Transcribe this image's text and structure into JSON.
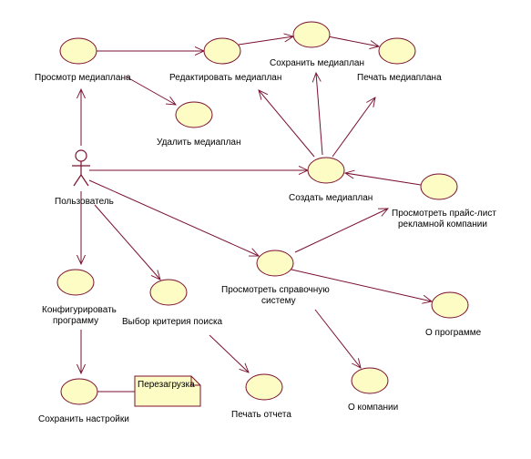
{
  "actor": {
    "name": "Пользователь"
  },
  "use_cases": {
    "view_plan": "Просмотр медиаплана",
    "edit_plan": "Редактировать медиаплан",
    "save_plan": "Сохранить медиаплан",
    "print_plan": "Печать медиаплана",
    "delete_plan": "Удалить медиаплан",
    "create_plan": "Создать медиаплан",
    "view_price": [
      "Просмотреть прайс-лист",
      "рекламной компании"
    ],
    "help_system": [
      "Просмотреть справочную",
      "систему"
    ],
    "configure": [
      "Конфигурировать",
      "программу"
    ],
    "search_criteria": "Выбор критерия поиска",
    "about_program": "О программе",
    "save_settings": "Сохранить настройки",
    "print_report": "Печать отчета",
    "about_company": "О компании"
  },
  "note": {
    "text": "Перезагрузка"
  },
  "colors": {
    "line": "#7a1030",
    "fill": "#fdfcc4"
  }
}
